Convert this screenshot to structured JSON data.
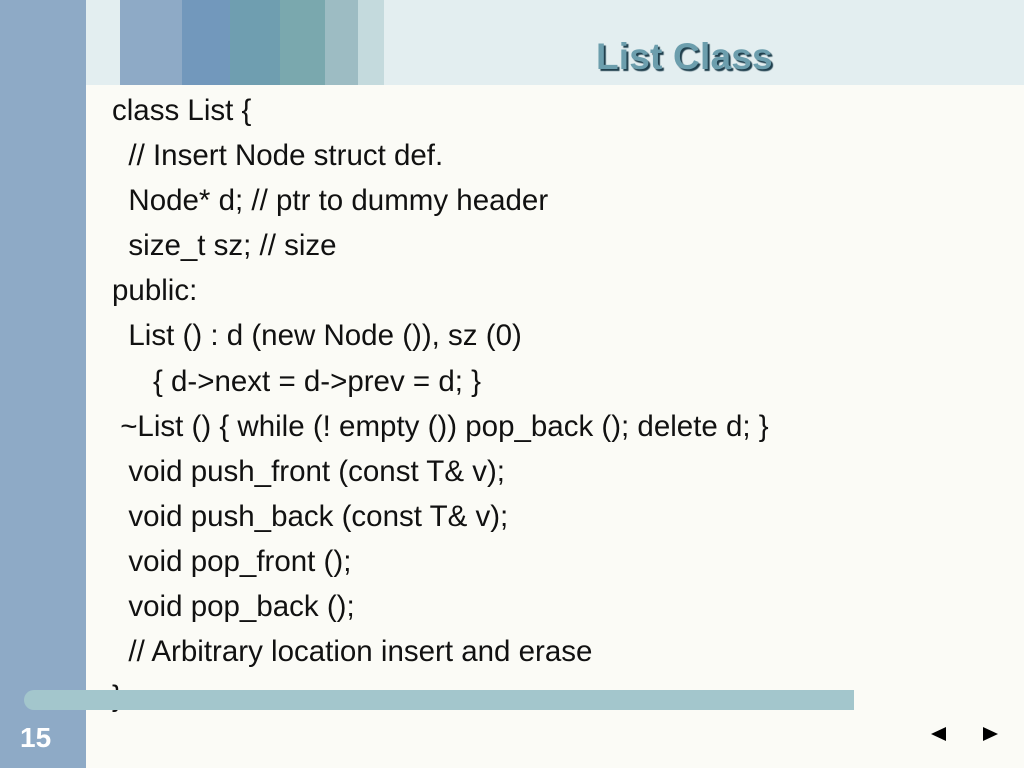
{
  "slide": {
    "title": "List Class",
    "number": "15",
    "code_lines": [
      "class List {",
      "  // Insert Node struct def.",
      "  Node* d; // ptr to dummy header",
      "  size_t sz; // size",
      "public:",
      "  List () : d (new Node ()), sz (0)",
      "     { d->next = d->prev = d; }",
      " ~List () { while (! empty ()) pop_back (); delete d; }",
      "  void push_front (const T& v);",
      "  void push_back (const T& v);",
      "  void pop_front ();",
      "  void pop_back ();",
      "  // Arbitrary location insert and erase",
      "};"
    ]
  },
  "navigation": {
    "prev_icon": "triangle-left-icon",
    "next_icon": "triangle-right-icon"
  },
  "colors": {
    "title": "#6c9ead",
    "left_band": "#8eaac6",
    "top_band": "#e3eef0",
    "bottom_bar": "#a3c6cc",
    "background": "#fbfbf6",
    "stripes": [
      "#8eaac6",
      "#7298bc",
      "#6f9eb0",
      "#7aa8ae",
      "#9dbcc3",
      "#c4dadd"
    ]
  }
}
